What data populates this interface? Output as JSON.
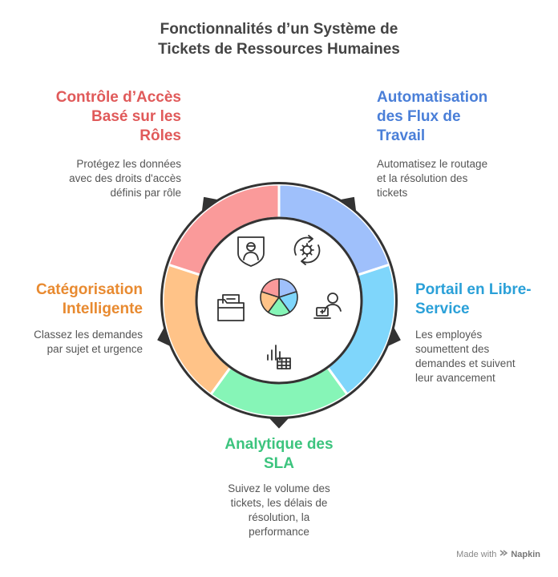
{
  "title": {
    "line1": "Fonctionnalités d’un Système de",
    "line2": "Tickets de Ressources Humaines"
  },
  "colors": {
    "red": "#fa9a9a",
    "blue": "#9fc0fb",
    "cyan": "#7fd6fb",
    "green": "#86f5b7",
    "orange": "#ffc388",
    "border": "#333333",
    "red_text": "#e05a5a",
    "blue_text": "#4a7fd8",
    "cyan_text": "#2aa0d8",
    "green_text": "#3cc47e",
    "orange_text": "#e88a30"
  },
  "sections": {
    "access": {
      "heading": [
        "Contrôle d’Accès",
        "Basé sur les",
        "Rôles"
      ],
      "desc": [
        "Protégez les données",
        "avec des droits d'accès",
        "définis par rôle"
      ],
      "icon": "user-shield-icon"
    },
    "workflow": {
      "heading": [
        "Automatisation",
        "des Flux de",
        "Travail"
      ],
      "desc": [
        "Automatisez le routage",
        "et la résolution des",
        "tickets"
      ],
      "icon": "cycle-gear-icon"
    },
    "portal": {
      "heading": [
        "Portail en Libre-",
        "Service"
      ],
      "desc": [
        "Les employés",
        "soumettent des",
        "demandes et suivent",
        "leur avancement"
      ],
      "icon": "user-laptop-icon"
    },
    "analytics": {
      "heading": [
        "Analytique des",
        "SLA"
      ],
      "desc": [
        "Suivez le volume des",
        "tickets, les délais de",
        "résolution, la",
        "performance"
      ],
      "icon": "bar-chart-table-icon"
    },
    "categorization": {
      "heading": [
        "Catégorisation",
        "Intelligente"
      ],
      "desc": [
        "Classez les demandes",
        "par sujet et urgence"
      ],
      "icon": "folder-icon"
    }
  },
  "footer": {
    "prefix": "Made with",
    "brand": "Napkin"
  }
}
